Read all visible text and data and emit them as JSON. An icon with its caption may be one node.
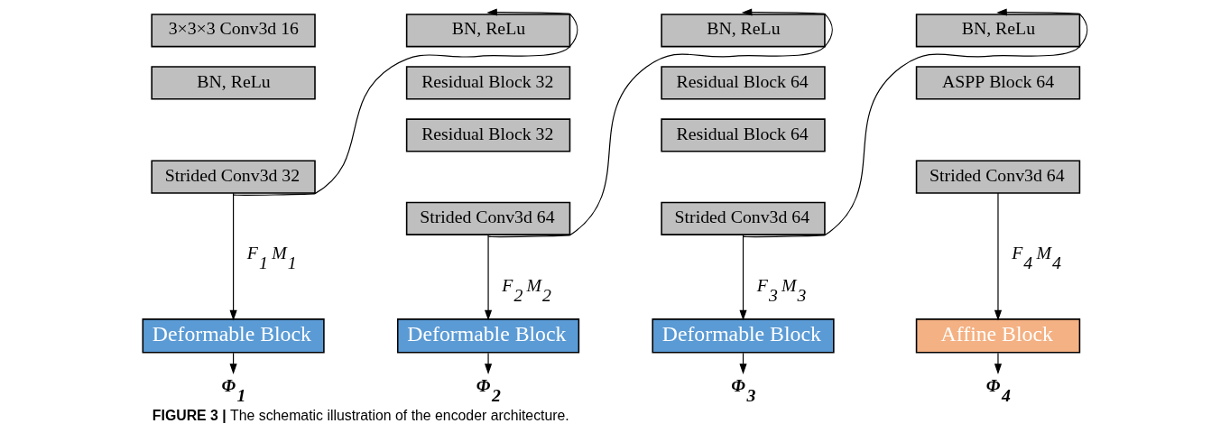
{
  "diagram": {
    "caption": "**FIGURE 3 |** The schematic illustration of the encoder architecture.",
    "nodes": [
      {
        "text": [
          "3×3×3 Conv3d 16"
        ]
      },
      {
        "text": [
          "BN, ReLu"
        ]
      },
      {
        "text": [
          "Strided Conv3d 32"
        ]
      },
      {
        "text": [
          "BN, ReLu"
        ]
      },
      {
        "text": [
          "Residual Block 32"
        ]
      },
      {
        "text": [
          "Residual Block 32"
        ]
      },
      {
        "text": [
          "Strided Conv3d 64"
        ]
      },
      {
        "text": [
          "BN, ReLu"
        ]
      },
      {
        "text": [
          "Residual Block 64"
        ]
      },
      {
        "text": [
          "Residual Block 64"
        ]
      },
      {
        "text": [
          "Strided Conv3d 64"
        ]
      },
      {
        "text": [
          "BN, ReLu"
        ]
      },
      {
        "text": [
          "ASPP Block 64"
        ]
      },
      {
        "text": [
          "Strided Conv3d 64"
        ]
      },
      {
        "text": [
          "Deformable Block"
        ]
      },
      {
        "text": [
          "Deformable Block"
        ]
      },
      {
        "text": [
          "Deformable Block"
        ]
      },
      {
        "text": [
          "Affine Block"
        ]
      },
      {
        "text": [
          "Φ$_{1}$"
        ]
      },
      {
        "text": [
          "Φ$_{2}$"
        ]
      },
      {
        "text": [
          "Φ$_{3}$"
        ]
      },
      {
        "text": [
          "Φ$_{4}$"
        ]
      }
    ],
    "edges": [
      {
        "from": 2,
        "to": 14,
        "arrow": "to",
        "label": "F$_{1}$ M$_{1}$"
      },
      {
        "from": 2,
        "to": 3,
        "arrow": "to"
      },
      {
        "from": 6,
        "to": 15,
        "arrow": "to",
        "label": "F$_{2}$ M$_{2}$"
      },
      {
        "from": 6,
        "to": 7,
        "arrow": "to"
      },
      {
        "from": 10,
        "to": 16,
        "arrow": "to",
        "label": "F$_{3}$ M$_{3}$"
      },
      {
        "from": 10,
        "to": 11,
        "arrow": "to"
      },
      {
        "from": 13,
        "to": 17,
        "arrow": "to",
        "label": "F$_{4}$ M$_{4}$"
      },
      {
        "from": 14,
        "to": 18,
        "arrow": "to"
      },
      {
        "from": 15,
        "to": 19,
        "arrow": "to"
      },
      {
        "from": 16,
        "to": 20,
        "arrow": "to"
      },
      {
        "from": 17,
        "to": 21,
        "arrow": "to"
      }
    ]
  }
}
